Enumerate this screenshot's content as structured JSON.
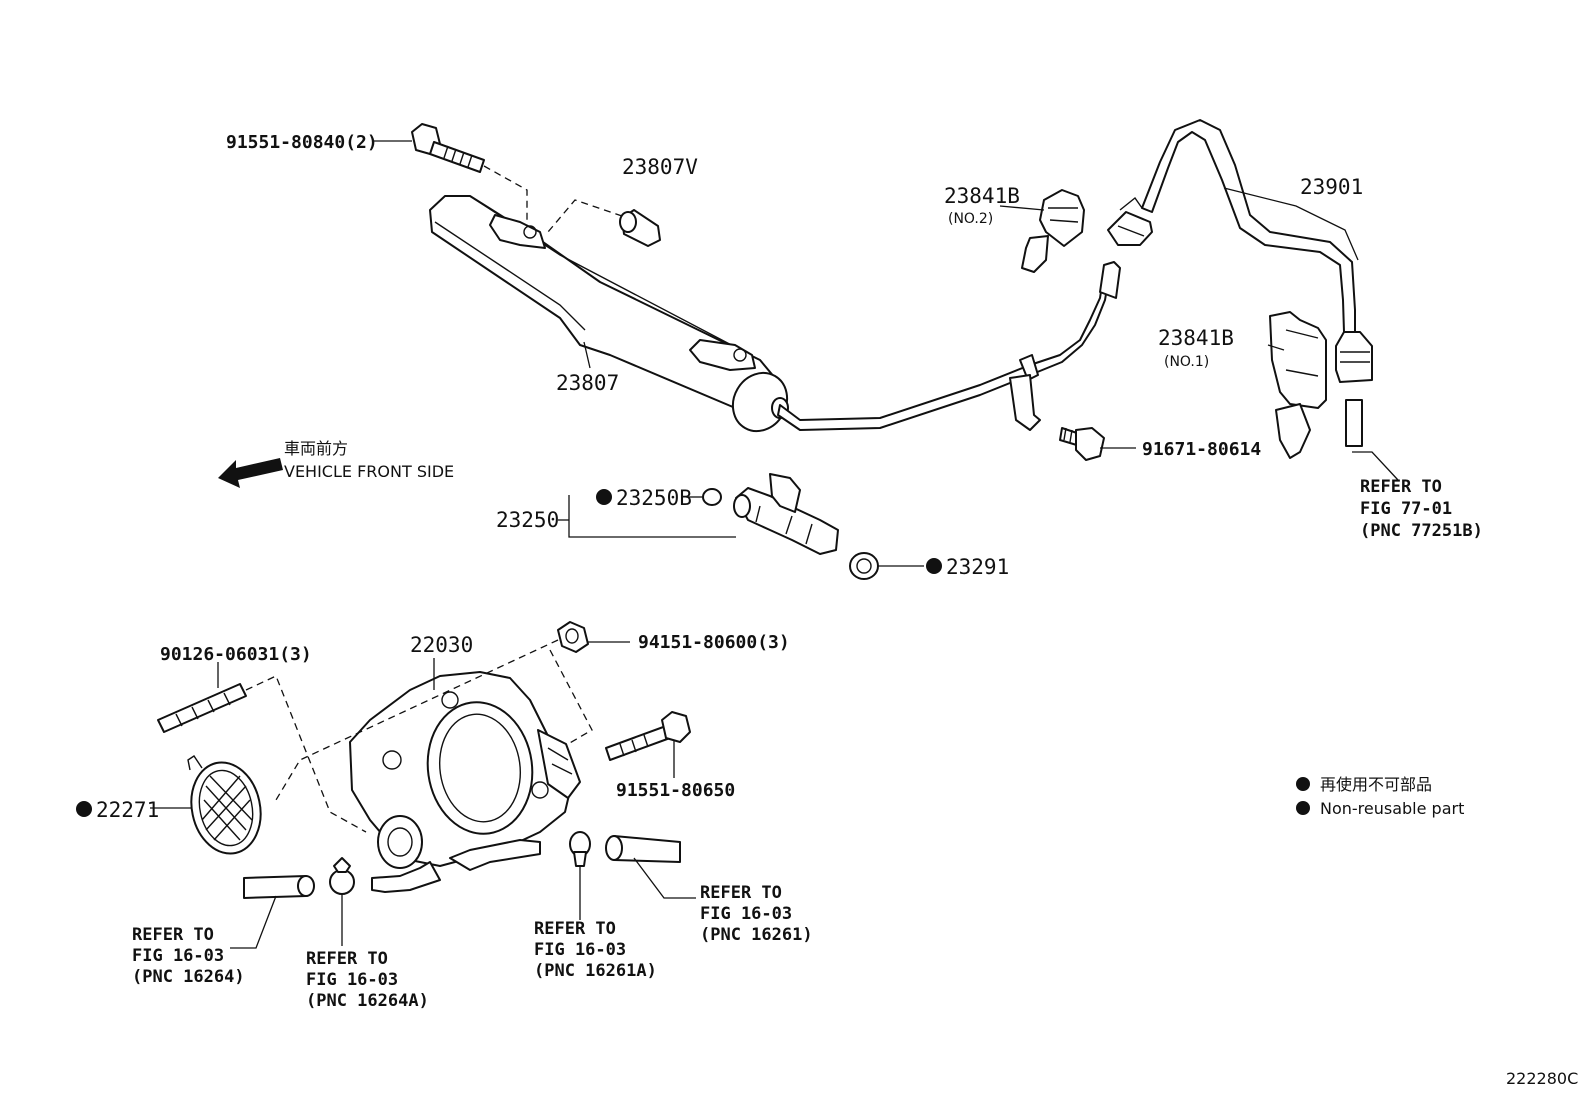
{
  "labels": {
    "bolt_91551_80840": "91551-80840(2)",
    "p23807v": "23807V",
    "p23807": "23807",
    "p23841b_no2": "23841B",
    "p23841b_no2_sub": "(NO.2)",
    "p23841b_no1": "23841B",
    "p23841b_no1_sub": "(NO.1)",
    "p23901": "23901",
    "p91671_80614": "91671-80614",
    "p23250": "23250",
    "p23250b": "23250B",
    "p23291": "23291",
    "p22030": "22030",
    "p90126_06031": "90126-06031(3)",
    "p94151_80600": "94151-80600(3)",
    "p91551_80650": "91551-80650",
    "p22271": "22271",
    "diagram_id": "222280C"
  },
  "direction": {
    "jp": "車両前方",
    "en": "VEHICLE FRONT SIDE"
  },
  "refs": {
    "fig77": [
      "REFER TO",
      "FIG 77-01",
      "(PNC 77251B)"
    ],
    "r16264": [
      "REFER TO",
      "FIG 16-03",
      "(PNC 16264)"
    ],
    "r16264a": [
      "REFER TO",
      "FIG 16-03",
      "(PNC 16264A)"
    ],
    "r16261a": [
      "REFER TO",
      "FIG 16-03",
      "(PNC 16261A)"
    ],
    "r16261": [
      "REFER TO",
      "FIG 16-03",
      "(PNC 16261)"
    ]
  },
  "legend": {
    "jp": "再使用不可部品",
    "en": "Non-reusable part"
  }
}
